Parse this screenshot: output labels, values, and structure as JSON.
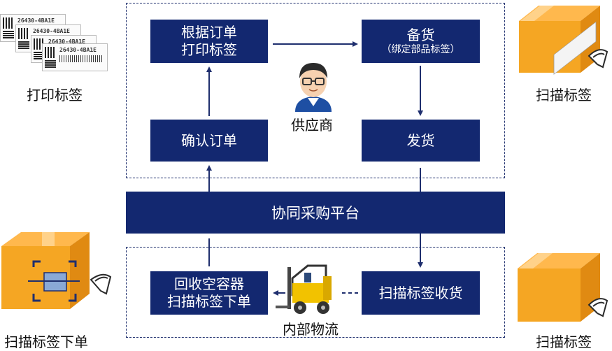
{
  "regions": {
    "supplier_zone_label": "供应商",
    "internal_zone_label": "内部物流",
    "platform_label": "协同采购平台"
  },
  "steps": {
    "print_labels": {
      "line1": "根据订单",
      "line2": "打印标签"
    },
    "stock_prep": {
      "line1": "备货",
      "line2": "（绑定部品标签）"
    },
    "confirm_order": {
      "line1": "确认订单"
    },
    "ship": {
      "line1": "发货"
    },
    "recycle": {
      "line1": "回收空容器",
      "line2": "扫描标签下单"
    },
    "receive": {
      "line1": "扫描标签收货"
    }
  },
  "side_labels": {
    "print_tags": "打印标签",
    "scan_tags_top": "扫描标签",
    "scan_order": "扫描标签下单",
    "scan_tags_bottom": "扫描标签"
  },
  "label_code": "26430-4BA1E",
  "colors": {
    "box": "#132870",
    "dashed": "#1f2f6e",
    "carton": "#f5a623",
    "carton_dark": "#e08a12"
  }
}
